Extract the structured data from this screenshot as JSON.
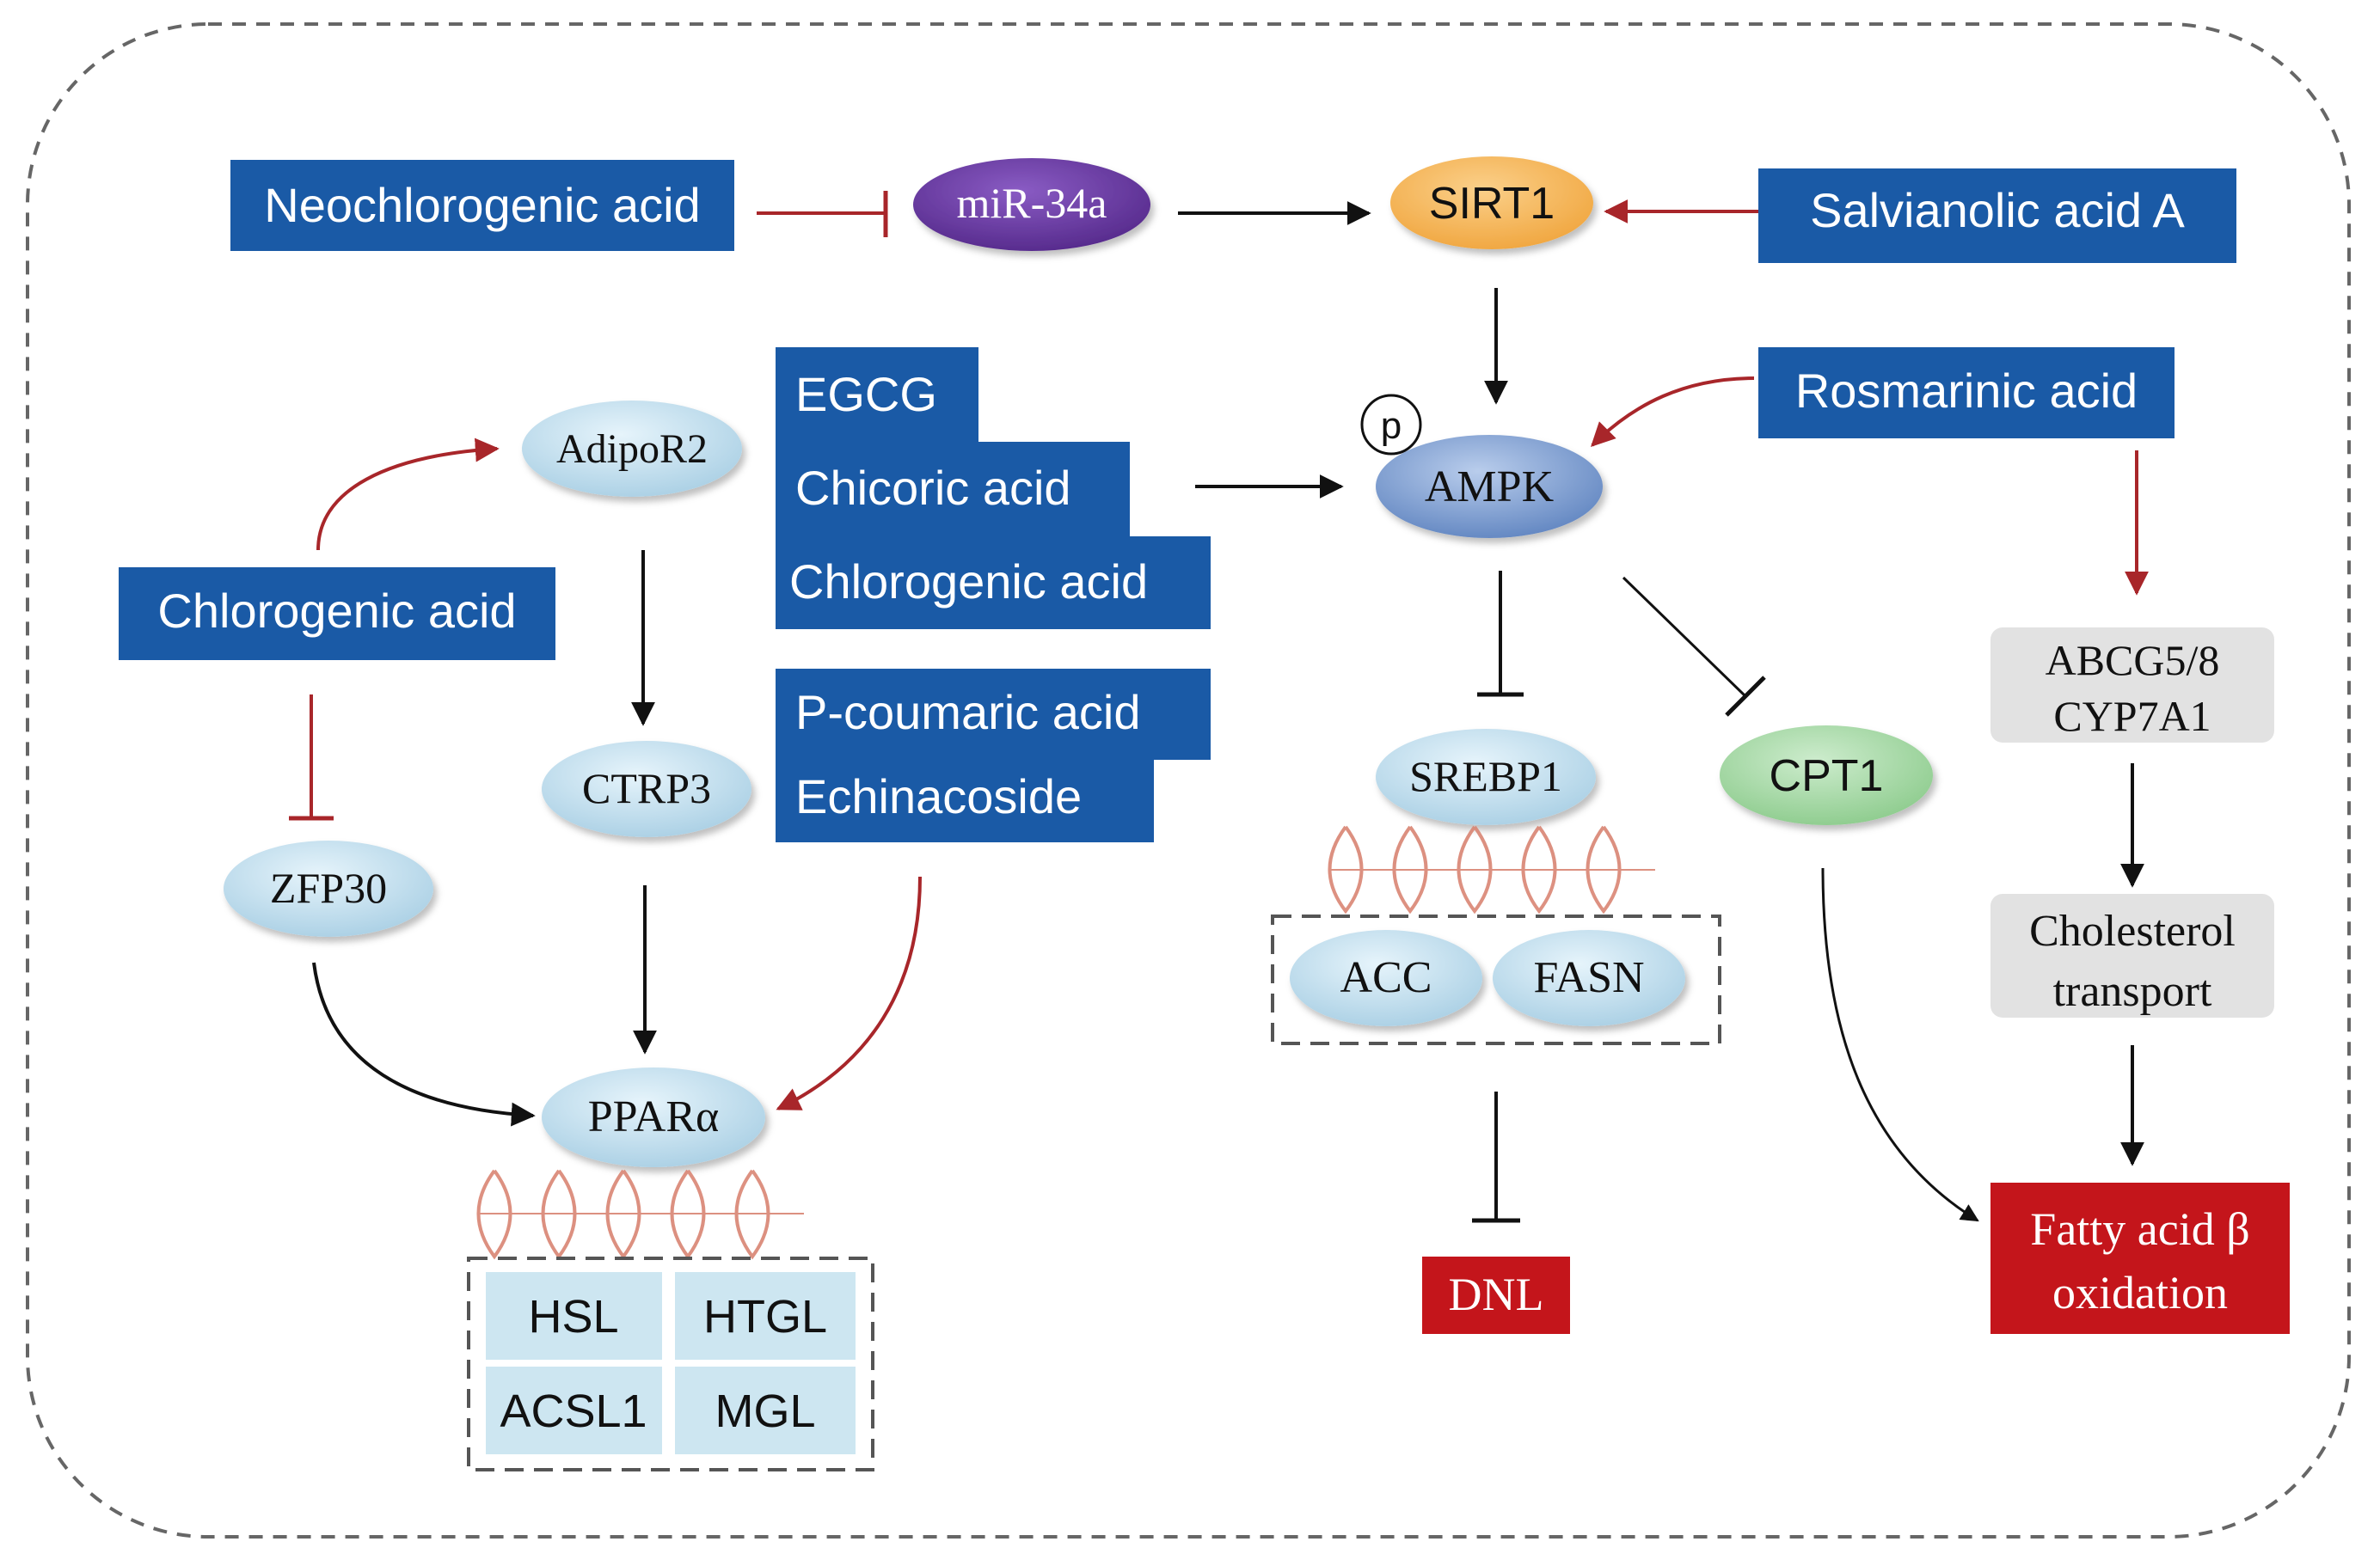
{
  "colors": {
    "compound_box": "#1a5aa6",
    "compound_text": "#ffffff",
    "outcome_box": "#c4151b",
    "gray_box": "#e2e2e2",
    "black_arrow": "#111111",
    "red_arrow": "#a8262a",
    "oval_light_blue": "#c8e3f0",
    "oval_mir": "#6a3ea0",
    "oval_sirt1": "#f6b65a",
    "oval_ampk": "#7ea2d4",
    "oval_cpt1": "#a8d9a8",
    "dna": "#d98573"
  },
  "compounds": {
    "neochlorogenic": "Neochlorogenic acid",
    "salvianolic": "Salvianolic acid A",
    "rosmarinic": "Rosmarinic acid",
    "chlorogenic_left": "Chlorogenic acid",
    "egcg": "EGCG",
    "chicoric": "Chicoric acid",
    "chlorogenic_center": "Chlorogenic acid",
    "p_coumaric": "P-coumaric acid",
    "echinacoside": "Echinacoside"
  },
  "nodes": {
    "mir34a": "miR-34a",
    "sirt1": "SIRT1",
    "ampk": "AMPK",
    "phospho": "p",
    "adipor2": "AdipoR2",
    "ctrp3": "CTRP3",
    "zfp30": "ZFP30",
    "ppara": "PPARα",
    "srebp1": "SREBP1",
    "cpt1": "CPT1",
    "acc": "ACC",
    "fasn": "FASN"
  },
  "genes_ppara": [
    "HSL",
    "HTGL",
    "ACSL1",
    "MGL"
  ],
  "gray_boxes": {
    "abcg": [
      "ABCG5/8",
      "CYP7A1"
    ],
    "cholesterol": [
      "Cholesterol",
      "transport"
    ]
  },
  "outcomes": {
    "dnl": "DNL",
    "fatty_acid": [
      "Fatty acid β",
      "oxidation"
    ]
  }
}
